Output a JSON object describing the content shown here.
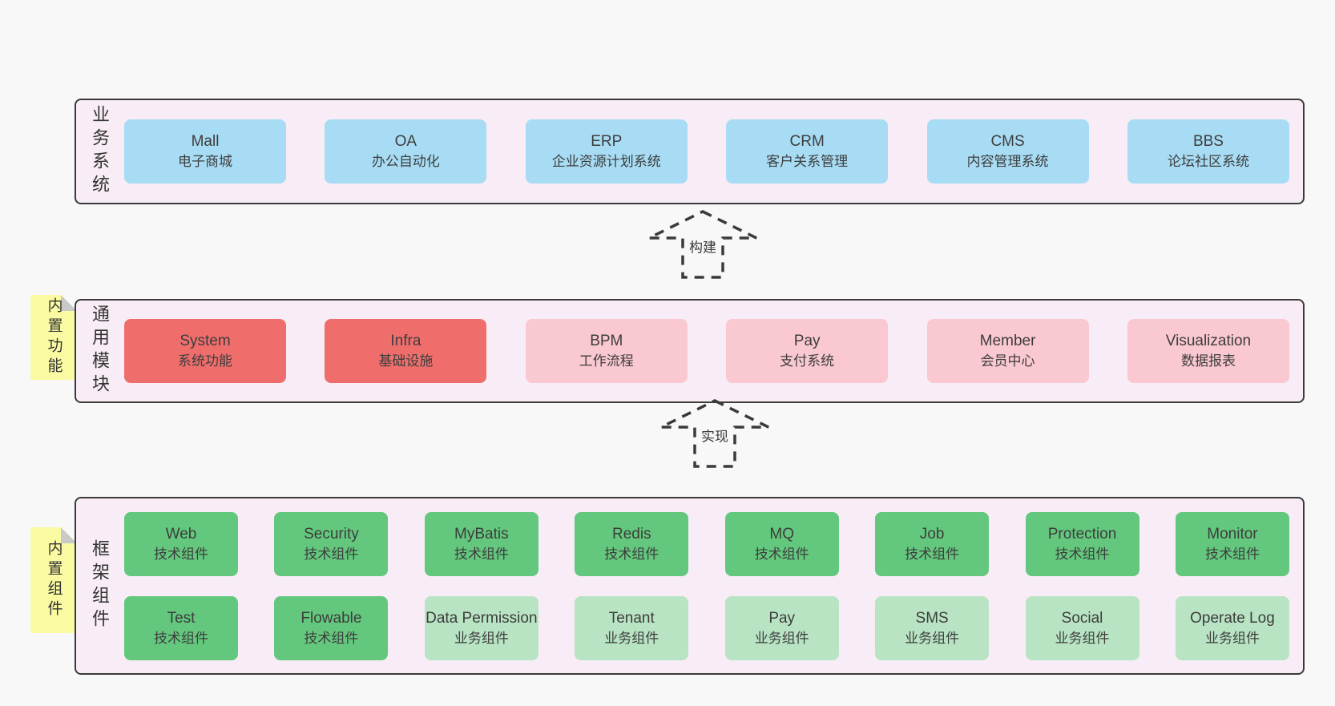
{
  "colors": {
    "page_background": "#f8f8f8",
    "panel_background": "#f8edf6",
    "panel_border": "#3a3a3a",
    "box_blue": "#a8dcf4",
    "box_red": "#ef6e6c",
    "box_pink": "#fac8d1",
    "box_green": "#63c87d",
    "box_green_light": "#b8e4c3",
    "note_yellow": "#fafaa2",
    "note_fold_gray": "#c9c9c9",
    "text": "#3d3d3d"
  },
  "arrows": [
    {
      "label": "构建"
    },
    {
      "label": "实现"
    }
  ],
  "sections": [
    {
      "label": "业务系统",
      "boxes": [
        {
          "name": "Mall",
          "desc": "电子商城",
          "variant": "blue"
        },
        {
          "name": "OA",
          "desc": "办公自动化",
          "variant": "blue"
        },
        {
          "name": "ERP",
          "desc": "企业资源计划系统",
          "variant": "blue"
        },
        {
          "name": "CRM",
          "desc": "客户关系管理",
          "variant": "blue"
        },
        {
          "name": "CMS",
          "desc": "内容管理系统",
          "variant": "blue"
        },
        {
          "name": "BBS",
          "desc": "论坛社区系统",
          "variant": "blue"
        }
      ]
    },
    {
      "label": "通用模块",
      "note": "内置功能",
      "boxes": [
        {
          "name": "System",
          "desc": "系统功能",
          "variant": "red"
        },
        {
          "name": "Infra",
          "desc": "基础设施",
          "variant": "red"
        },
        {
          "name": "BPM",
          "desc": "工作流程",
          "variant": "pink"
        },
        {
          "name": "Pay",
          "desc": "支付系统",
          "variant": "pink"
        },
        {
          "name": "Member",
          "desc": "会员中心",
          "variant": "pink"
        },
        {
          "name": "Visualization",
          "desc": "数据报表",
          "variant": "pink"
        }
      ]
    },
    {
      "label": "框架组件",
      "note": "内置组件",
      "rows": [
        [
          {
            "name": "Web",
            "desc": "技术组件",
            "variant": "green"
          },
          {
            "name": "Security",
            "desc": "技术组件",
            "variant": "green"
          },
          {
            "name": "MyBatis",
            "desc": "技术组件",
            "variant": "green"
          },
          {
            "name": "Redis",
            "desc": "技术组件",
            "variant": "green"
          },
          {
            "name": "MQ",
            "desc": "技术组件",
            "variant": "green"
          },
          {
            "name": "Job",
            "desc": "技术组件",
            "variant": "green"
          },
          {
            "name": "Protection",
            "desc": "技术组件",
            "variant": "green"
          },
          {
            "name": "Monitor",
            "desc": "技术组件",
            "variant": "green"
          }
        ],
        [
          {
            "name": "Test",
            "desc": "技术组件",
            "variant": "green"
          },
          {
            "name": "Flowable",
            "desc": "技术组件",
            "variant": "green"
          },
          {
            "name": "Data Permission",
            "desc": "业务组件",
            "variant": "green-light"
          },
          {
            "name": "Tenant",
            "desc": "业务组件",
            "variant": "green-light"
          },
          {
            "name": "Pay",
            "desc": "业务组件",
            "variant": "green-light"
          },
          {
            "name": "SMS",
            "desc": "业务组件",
            "variant": "green-light"
          },
          {
            "name": "Social",
            "desc": "业务组件",
            "variant": "green-light"
          },
          {
            "name": "Operate Log",
            "desc": "业务组件",
            "variant": "green-light"
          }
        ]
      ]
    }
  ]
}
